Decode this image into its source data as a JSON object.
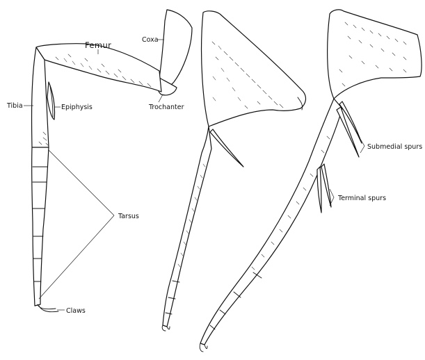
{
  "figure": {
    "labels": {
      "femur": "Femur",
      "coxa": "Coxa",
      "tibia": "Tibia",
      "epiphysis": "Epiphysis",
      "trochanter": "Trochanter",
      "tarsus": "Tarsus",
      "claws": "Claws",
      "submedial_spurs": "Submedial spurs",
      "terminal_spurs": "Terminal spurs"
    },
    "colors": {
      "ink": "#111111",
      "background": "#ffffff"
    }
  }
}
